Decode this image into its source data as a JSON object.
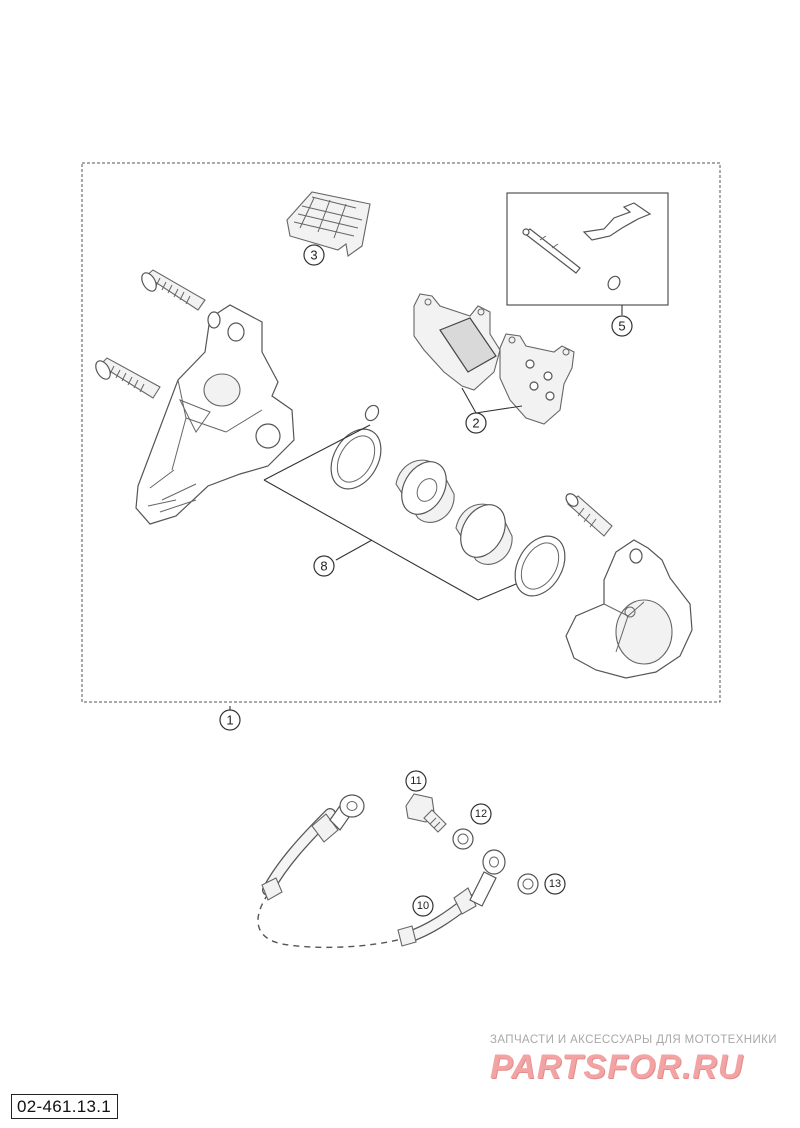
{
  "diagram": {
    "part_number": "02-461.13.1",
    "callouts": {
      "c1": "1",
      "c2": "2",
      "c3": "3",
      "c5": "5",
      "c8": "8",
      "c10": "10",
      "c11": "11",
      "c12": "12",
      "c13": "13"
    }
  },
  "watermark": {
    "tagline": "ЗАПЧАСТИ И АКСЕССУАРЫ ДЛЯ МОТОТЕХНИКИ",
    "logo": "PARTSFOR.RU"
  },
  "colors": {
    "line": "#555555",
    "watermark_logo": "#f2a4a4",
    "watermark_text": "#a8a8a8"
  }
}
